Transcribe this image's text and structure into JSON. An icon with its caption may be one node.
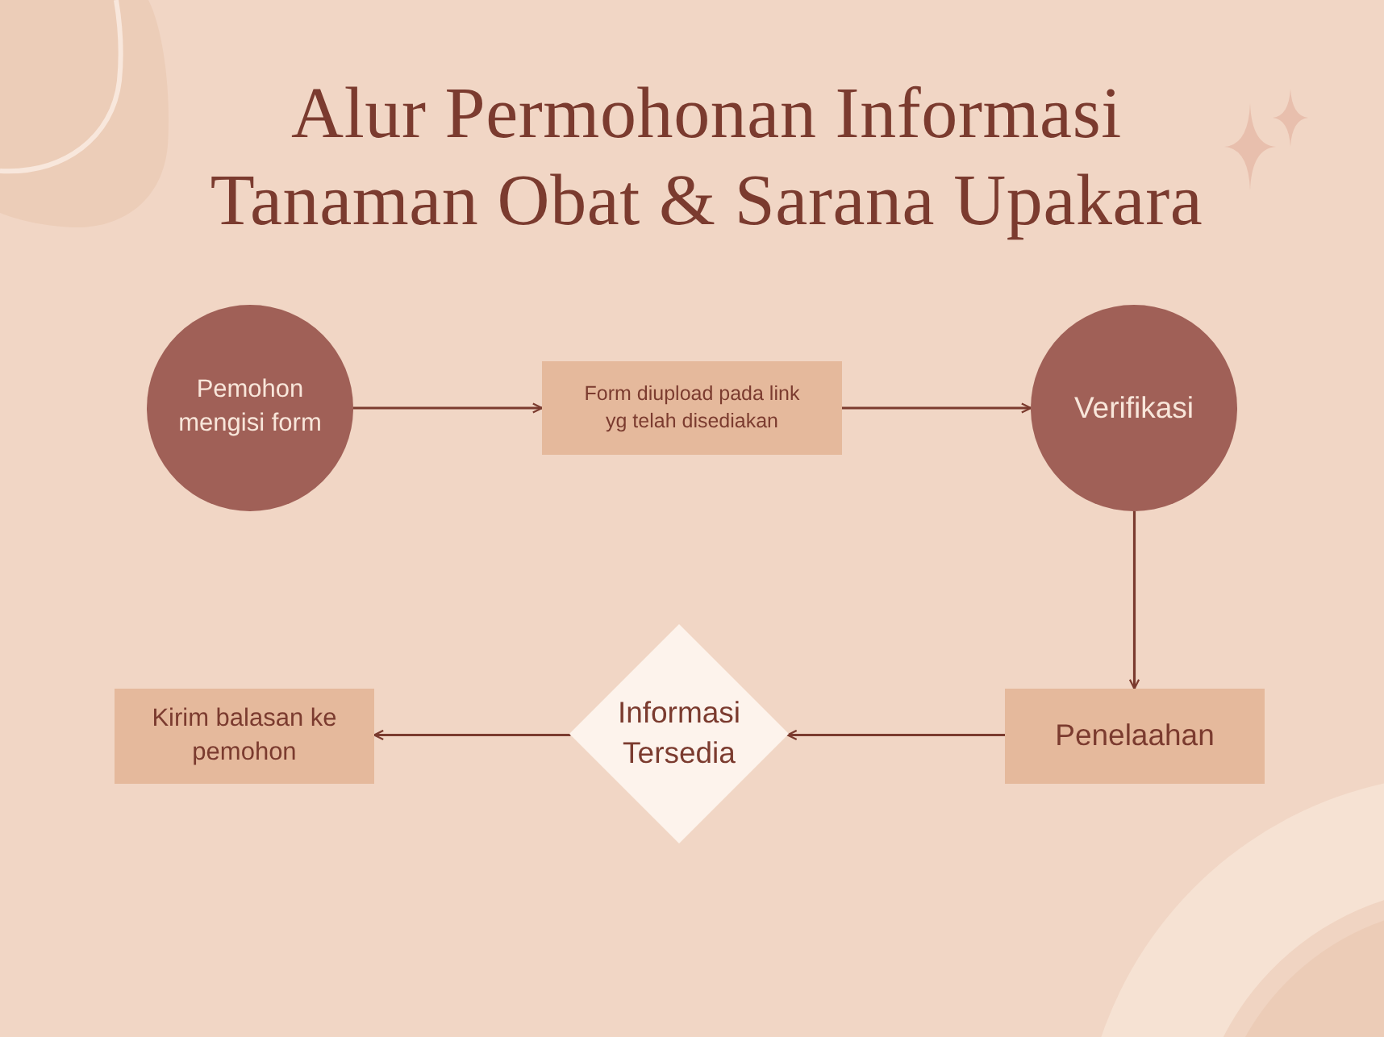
{
  "diagram": {
    "title": "Alur Permohonan Informasi Tanaman Obat & Sarana Upakara",
    "nodes": [
      {
        "text": [
          "Pemohon mengisi form"
        ]
      },
      {
        "text": [
          "Form diupload pada link yg telah disediakan"
        ]
      },
      {
        "text": [
          "Verifikasi"
        ]
      },
      {
        "text": [
          "Penelaahan"
        ]
      },
      {
        "text": [
          "Informasi Tersedia"
        ]
      },
      {
        "text": [
          "Kirim balasan ke pemohon"
        ]
      }
    ],
    "edges": [
      {
        "from": 0,
        "to": 1,
        "arrow": "to"
      },
      {
        "from": 1,
        "to": 2,
        "arrow": "to"
      },
      {
        "from": 2,
        "to": 3,
        "arrow": "to"
      },
      {
        "from": 3,
        "to": 4,
        "arrow": "to"
      },
      {
        "from": 4,
        "to": 5,
        "arrow": "to"
      }
    ]
  }
}
